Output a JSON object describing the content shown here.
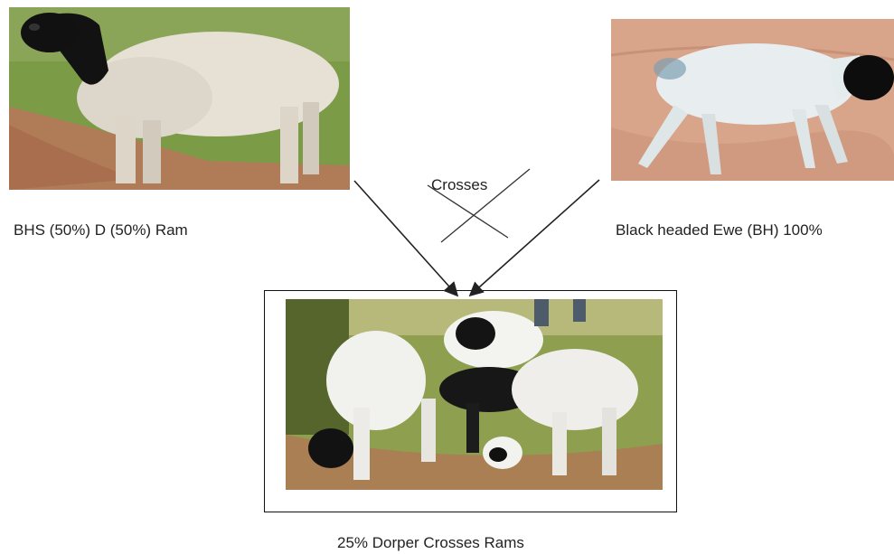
{
  "parents": {
    "ram": {
      "label": "BHS (50%) D (50%) Ram"
    },
    "ewe": {
      "label": "Black headed Ewe (BH) 100%"
    }
  },
  "cross": {
    "label": "Crosses"
  },
  "offspring": {
    "label": "25% Dorper Crosses Rams"
  },
  "colors": {
    "wool": "#e9e4dc",
    "black_head": "#111111",
    "grass": "#6f8e3a",
    "soil": "#b3845f",
    "sand": "#d9a78a",
    "arrow": "#222222"
  }
}
